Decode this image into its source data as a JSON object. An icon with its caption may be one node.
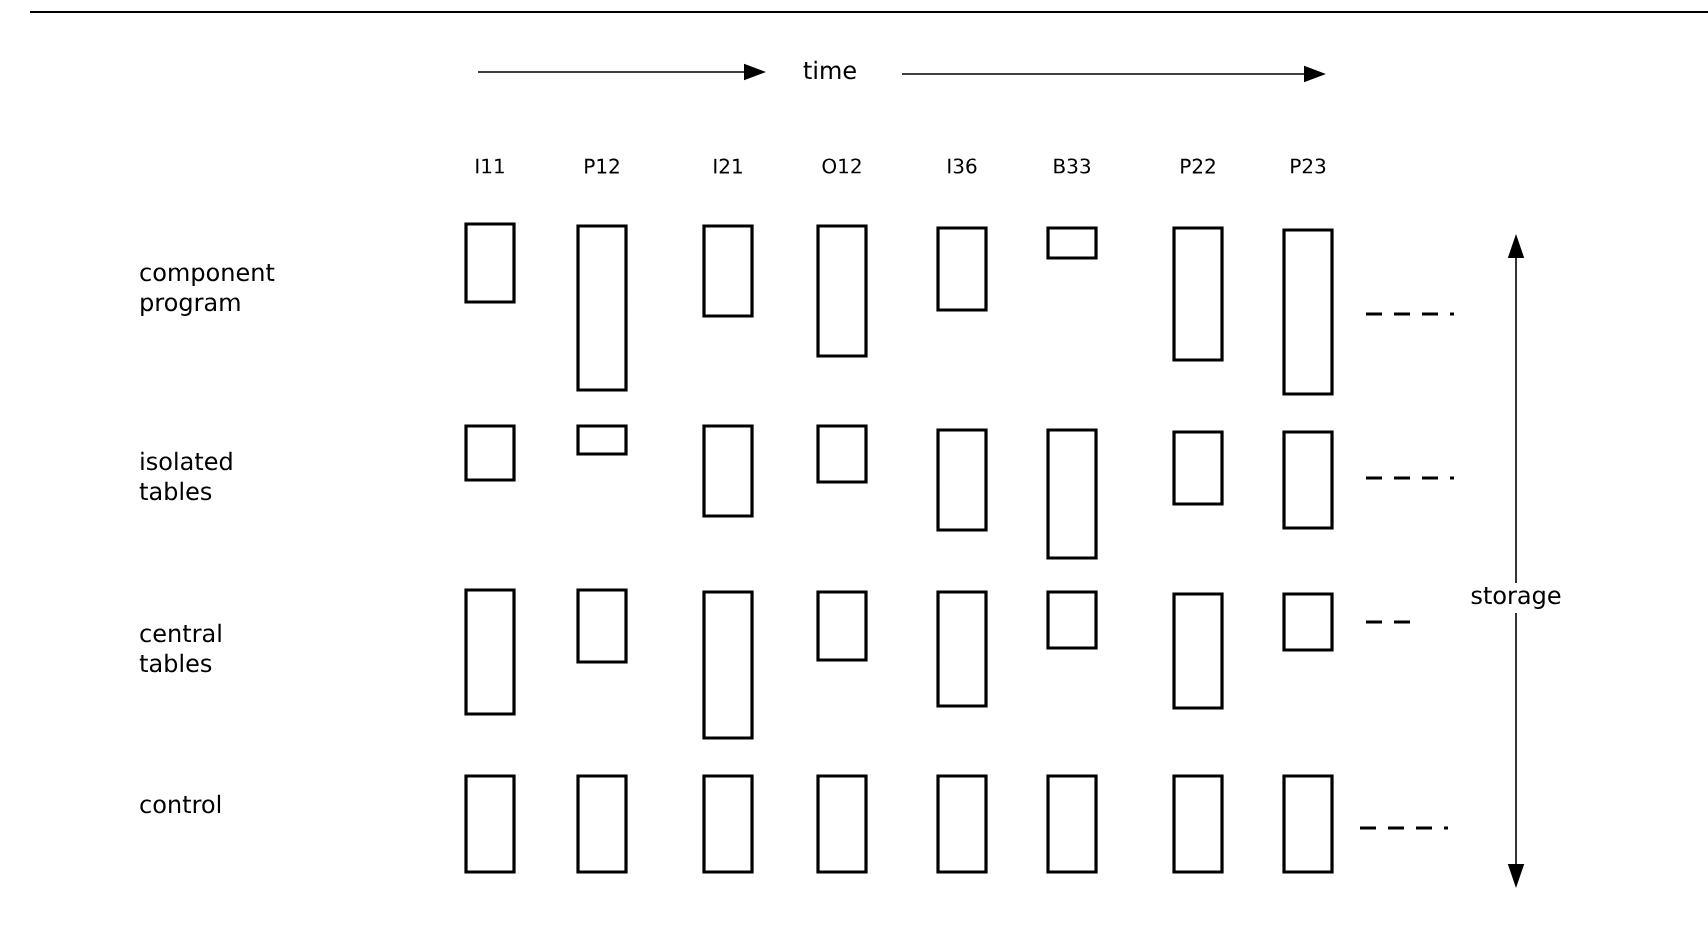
{
  "diagram": {
    "labels": [
      "time",
      "I11",
      "P12",
      "I21",
      "O12",
      "I36",
      "B33",
      "P22",
      "P23",
      "component program",
      "isolated tables",
      "central tables",
      "control",
      "storage"
    ]
  }
}
